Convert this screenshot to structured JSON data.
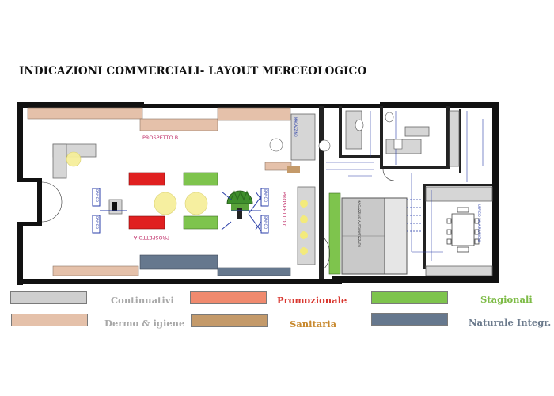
{
  "title": "INDICAZIONI COMMERCIALI- LAYOUT MERCEOLOGICO",
  "plan": {
    "labels": {
      "prospetto_a": "PROSPETTO A",
      "prospetto_b": "PROSPETTO B",
      "prospetto_c": "PROSPETTO C",
      "autoanalisi": "MAGAZZINO AUTOMATIZZATO",
      "uffici": "UFFICIO SALA RIUNIONI",
      "banco": "BANCO",
      "magazzino_fianco": "MAGAZZINO"
    }
  },
  "legend": [
    {
      "key": "continuativi",
      "label": "Continuativi",
      "swatch": "#cfcfcf",
      "text_color": "#a9a9a9"
    },
    {
      "key": "promozionale",
      "label": "Promozionale",
      "swatch": "#f08a6e",
      "text_color": "#d93830"
    },
    {
      "key": "stagionali",
      "label": "Stagionali",
      "swatch": "#7ec44d",
      "text_color": "#7dbb46"
    },
    {
      "key": "dermo",
      "label": "Dermo & igiene",
      "swatch": "#e5c1aa",
      "text_color": "#a8a8a8"
    },
    {
      "key": "sanitaria",
      "label": "Sanitaria",
      "swatch": "#c49a6a",
      "text_color": "#c8892e"
    },
    {
      "key": "naturale",
      "label": "Naturale Integr.",
      "swatch": "#66788e",
      "text_color": "#6b7a8c"
    }
  ],
  "colors": {
    "wall": "#111111",
    "dermo": "#e5c1aa",
    "naturale": "#66788e",
    "sanitaria": "#c49a6a",
    "continuativi": "#cfcfcf",
    "promozionale": "#e02020",
    "stagionali": "#7ec44d",
    "yellow": "#f6ef9b",
    "blue_line": "#2a3ea8",
    "magenta": "#c0306a"
  }
}
